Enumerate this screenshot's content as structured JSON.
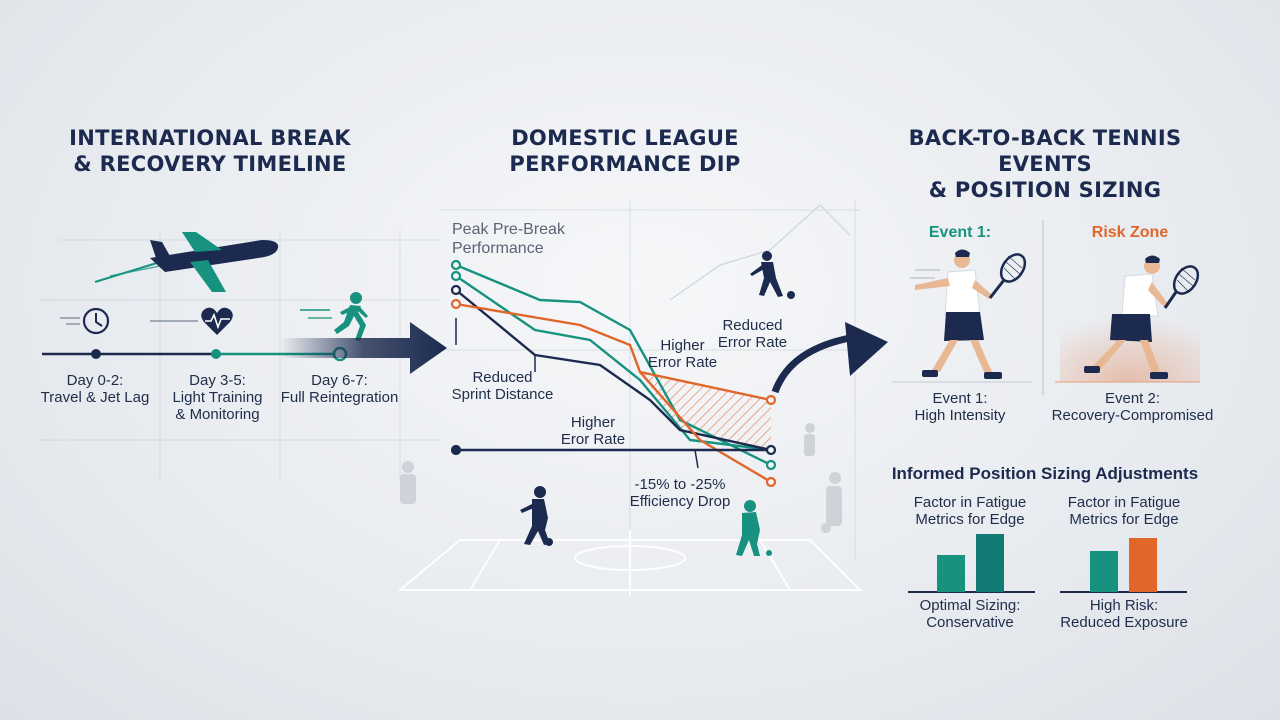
{
  "colors": {
    "navy": "#1b2a4e",
    "teal": "#16927f",
    "orange": "#e0662a",
    "grey": "#7a8494"
  },
  "left": {
    "title_line1": "INTERNATIONAL BREAK",
    "title_line2": "& RECOVERY TIMELINE",
    "icons": [
      "airplane-icon",
      "clock-icon",
      "heart-icon",
      "runner-icon"
    ],
    "steps": [
      {
        "day": "Day 0-2:",
        "desc1": "Travel & Jet Lag",
        "desc2": ""
      },
      {
        "day": "Day 3-5:",
        "desc1": "Light Training",
        "desc2": "& Monitoring"
      },
      {
        "day": "Day 6-7:",
        "desc1": "Full Reintegration",
        "desc2": ""
      }
    ]
  },
  "middle": {
    "title_line1": "DOMESTIC LEAGUE",
    "title_line2": "PERFORMANCE DIP",
    "peak_line1": "Peak Pre-Break",
    "peak_line2": "Performance",
    "reduced_sprint_line1": "Reduced",
    "reduced_sprint_line2": "Sprint Distance",
    "higher_error_top_line1": "Higher",
    "higher_error_top_line2": "Error Rate",
    "reduced_error_line1": "Reduced",
    "reduced_error_line2": "Error Rate",
    "higher_error_bottom_line1": "Higher",
    "higher_error_bottom_line2": "Eror Rate",
    "efficiency_line1": "-15% to -25%",
    "efficiency_line2": "Efficiency Drop"
  },
  "right": {
    "title_line1": "BACK-TO-BACK TENNIS EVENTS",
    "title_line2": "& POSITION SIZING",
    "event1_header": "Event 1:",
    "risk_header": "Risk Zone",
    "event1_line1": "Event 1:",
    "event1_line2": "High Intensity",
    "event2_line1": "Event 2:",
    "event2_line2": "Recovery-Compromised",
    "sizing_title": "Informed Position Sizing Adjustments",
    "left_factor_line1": "Factor in Fatigue",
    "left_factor_line2": "Metrics for Edge",
    "right_factor_line1": "Factor in Fatigue",
    "right_factor_line2": "Metrics for Edge",
    "left_result_line1": "Optimal Sizing:",
    "left_result_line2": "Conservative",
    "right_result_line1": "High Risk:",
    "right_result_line2": "Reduced Exposure"
  }
}
